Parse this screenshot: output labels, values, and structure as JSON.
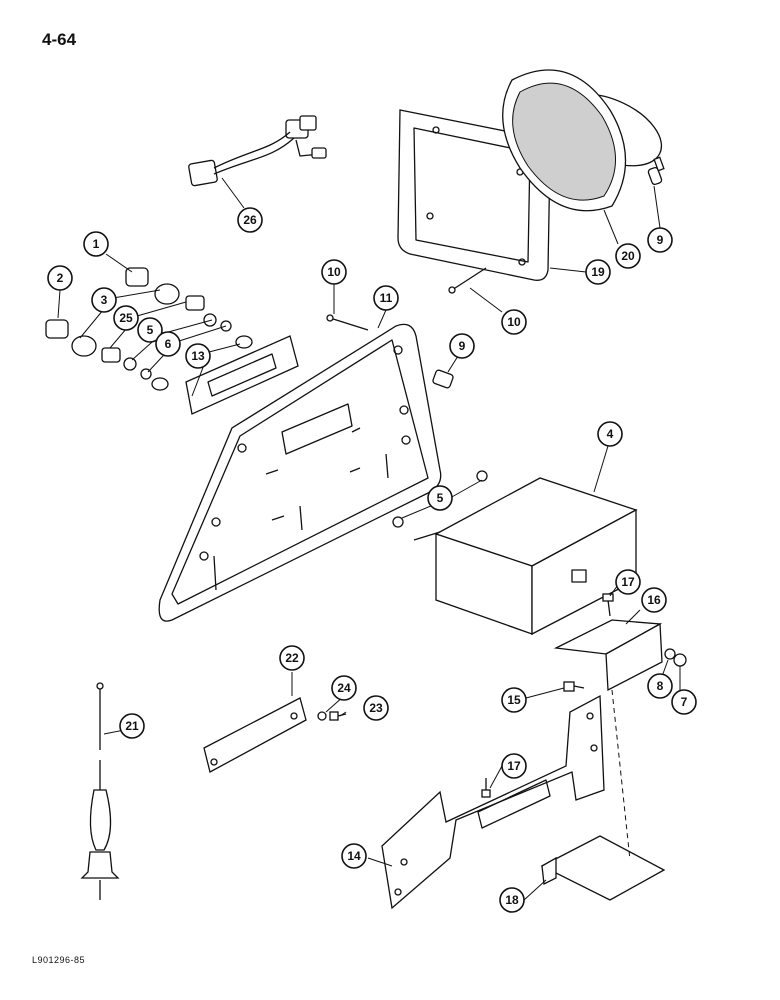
{
  "page": {
    "number": "4-64",
    "figure_code": "L901296-85"
  },
  "callouts": [
    "1",
    "2",
    "3",
    "25",
    "5",
    "6",
    "13",
    "10",
    "11",
    "9",
    "26",
    "19",
    "10",
    "20",
    "9",
    "4",
    "5",
    "17",
    "16",
    "8",
    "7",
    "22",
    "24",
    "23",
    "15",
    "21",
    "17",
    "14",
    "18"
  ]
}
